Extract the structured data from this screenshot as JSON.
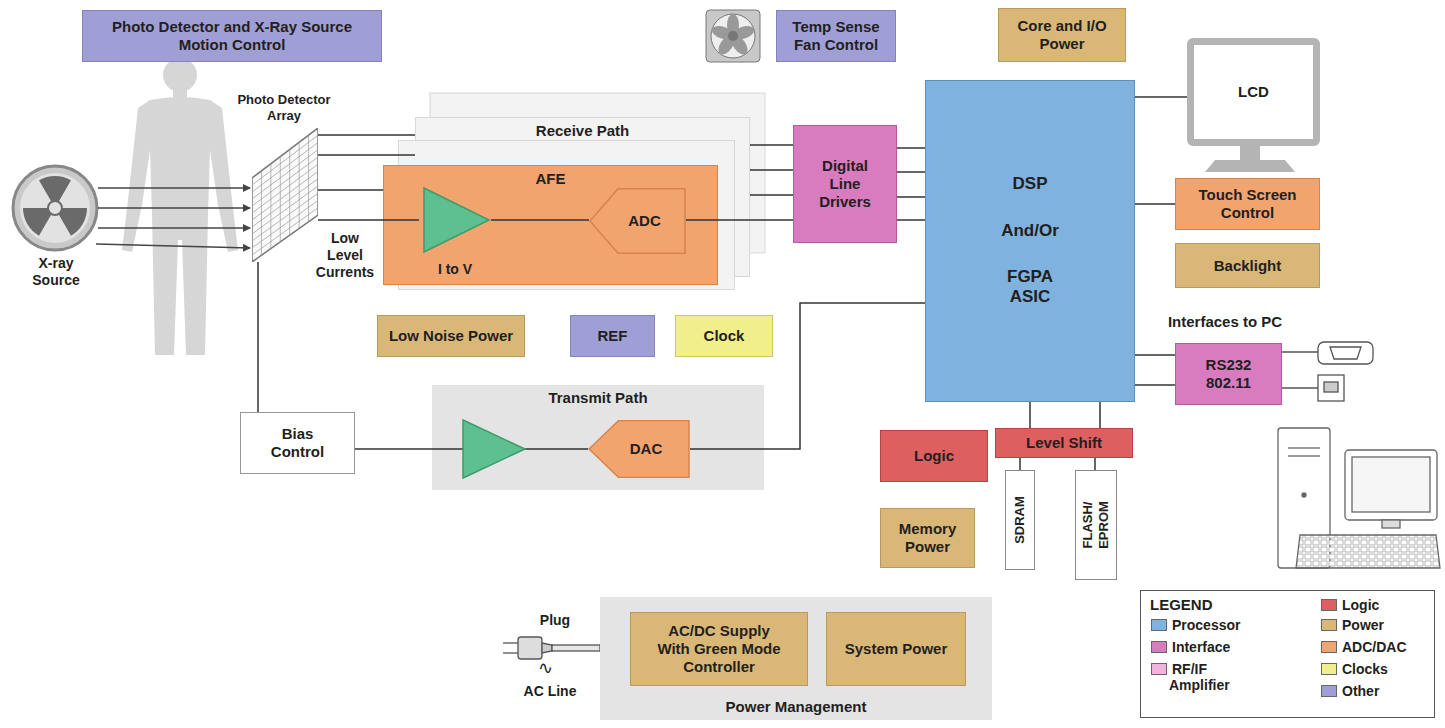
{
  "diagram": {
    "nodes": [
      {
        "text": [
          "Photo Detector and X-Ray Source Motion Control"
        ]
      },
      {
        "text": [
          "Temp Sense Fan Control"
        ]
      },
      {
        "text": [
          "Core and I/O Power"
        ]
      },
      {
        "text": [
          "LCD"
        ]
      },
      {
        "text": [
          "Photo Detector Array"
        ]
      },
      {
        "text": [
          "Receive Path"
        ]
      },
      {
        "text": [
          "AFE"
        ]
      },
      {
        "text": [
          "I to V"
        ],
        "in": 6
      },
      {
        "text": [
          "ADC"
        ],
        "in": 6
      },
      {
        "text": [
          "Digital Line Drivers"
        ]
      },
      {
        "text": [
          "DSP",
          "And/Or",
          "FGPA ASIC"
        ]
      },
      {
        "text": [
          "Touch Screen Control"
        ]
      },
      {
        "text": [
          "Backlight"
        ]
      },
      {
        "text": [
          "Low Noise Power"
        ]
      },
      {
        "text": [
          "REF"
        ]
      },
      {
        "text": [
          "Clock"
        ]
      },
      {
        "text": [
          "Interfaces to PC",
          "RS232 802.11"
        ]
      },
      {
        "text": [
          "Transmit Path"
        ]
      },
      {
        "text": [
          "DAC"
        ],
        "in": 17
      },
      {
        "text": [
          "Bias Control"
        ]
      },
      {
        "text": [
          "Logic"
        ]
      },
      {
        "text": [
          "Level Shift"
        ]
      },
      {
        "text": [
          "SDRAM"
        ]
      },
      {
        "text": [
          "FLASH/ EPROM"
        ]
      },
      {
        "text": [
          "Memory Power"
        ]
      },
      {
        "text": [
          "Power Management"
        ]
      },
      {
        "text": [
          "AC/DC Supply With Green Mode Controller"
        ],
        "in": 25
      },
      {
        "text": [
          "System Power"
        ],
        "in": 25
      }
    ],
    "edges": [
      {
        "from": 4,
        "to": 5,
        "arrow": "none"
      },
      {
        "from": 4,
        "to": 5,
        "arrow": "none"
      },
      {
        "from": 4,
        "to": 6,
        "arrow": "none"
      },
      {
        "from": 4,
        "to": 7,
        "arrow": "none"
      },
      {
        "from": 7,
        "to": 8,
        "arrow": "none"
      },
      {
        "from": 5,
        "to": 9,
        "arrow": "none"
      },
      {
        "from": 5,
        "to": 9,
        "arrow": "none"
      },
      {
        "from": 5,
        "to": 9,
        "arrow": "none"
      },
      {
        "from": 8,
        "to": 9,
        "arrow": "none"
      },
      {
        "from": 9,
        "to": 10,
        "arrow": "none"
      },
      {
        "from": 9,
        "to": 10,
        "arrow": "none"
      },
      {
        "from": 9,
        "to": 10,
        "arrow": "none"
      },
      {
        "from": 9,
        "to": 10,
        "arrow": "none"
      },
      {
        "from": 10,
        "to": 3,
        "arrow": "none"
      },
      {
        "from": 10,
        "to": 11,
        "arrow": "none"
      },
      {
        "from": 10,
        "to": 16,
        "arrow": "none"
      },
      {
        "from": 10,
        "to": 16,
        "arrow": "none"
      },
      {
        "from": 10,
        "to": 18,
        "arrow": "none"
      },
      {
        "from": 17,
        "to": 19,
        "arrow": "none"
      },
      {
        "from": 19,
        "to": 4,
        "arrow": "none"
      },
      {
        "from": 10,
        "to": 21,
        "arrow": "none"
      },
      {
        "from": 10,
        "to": 21,
        "arrow": "none"
      },
      {
        "from": 21,
        "to": 22,
        "arrow": "none"
      },
      {
        "from": 21,
        "to": 23,
        "arrow": "none"
      }
    ],
    "labels": [
      "X-ray Source",
      "Low Level Currents",
      "Plug",
      "∿",
      "AC Line",
      "LEGEND"
    ],
    "legend": [
      {
        "text": "Processor",
        "color": "#7fb2df"
      },
      {
        "text": "Interface",
        "color": "#d87cbf"
      },
      {
        "text": "RF/IF",
        "color": "#f2b3df"
      },
      {
        "text": "Amplifier"
      },
      {
        "text": "Logic",
        "color": "#dd5f5f"
      },
      {
        "text": "Power",
        "color": "#d9b877"
      },
      {
        "text": "ADC/DAC",
        "color": "#f2a46f"
      },
      {
        "text": "Clocks",
        "color": "#f1ef8c"
      },
      {
        "text": "Other",
        "color": "#a09fd5"
      }
    ]
  }
}
